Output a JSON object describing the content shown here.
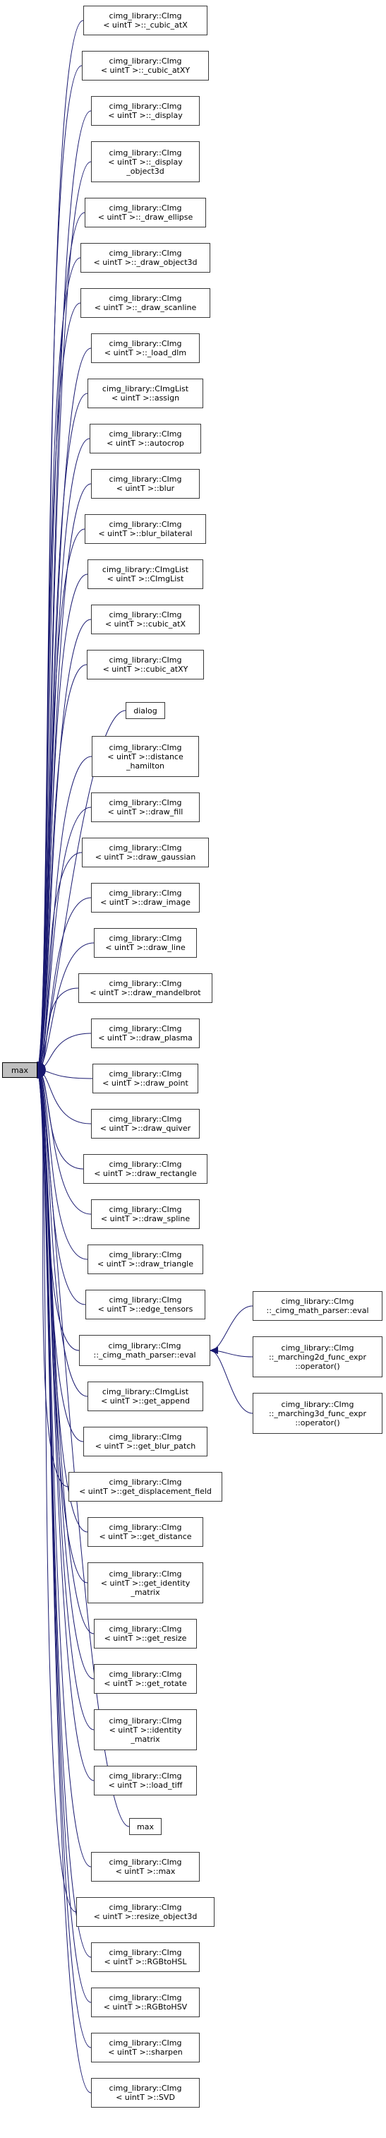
{
  "colors": {
    "edge": "#191970",
    "node_border": "#3a3a3a",
    "root_fill": "#bfbfbf",
    "node_fill": "#ffffff"
  },
  "root": {
    "label": "max"
  },
  "callers": [
    {
      "id": "n1",
      "lines": [
        "cimg_library::CImg",
        "< uintT >::_cubic_atX"
      ]
    },
    {
      "id": "n2",
      "lines": [
        "cimg_library::CImg",
        "< uintT >::_cubic_atXY"
      ]
    },
    {
      "id": "n3",
      "lines": [
        "cimg_library::CImg",
        "< uintT >::_display"
      ]
    },
    {
      "id": "n4",
      "lines": [
        "cimg_library::CImg",
        "< uintT >::_display",
        "_object3d"
      ]
    },
    {
      "id": "n5",
      "lines": [
        "cimg_library::CImg",
        "< uintT >::_draw_ellipse"
      ]
    },
    {
      "id": "n6",
      "lines": [
        "cimg_library::CImg",
        "< uintT >::_draw_object3d"
      ]
    },
    {
      "id": "n7",
      "lines": [
        "cimg_library::CImg",
        "< uintT >::_draw_scanline"
      ]
    },
    {
      "id": "n8",
      "lines": [
        "cimg_library::CImg",
        "< uintT >::_load_dlm"
      ]
    },
    {
      "id": "n9",
      "lines": [
        "cimg_library::CImgList",
        "< uintT >::assign"
      ]
    },
    {
      "id": "n10",
      "lines": [
        "cimg_library::CImg",
        "< uintT >::autocrop"
      ]
    },
    {
      "id": "n11",
      "lines": [
        "cimg_library::CImg",
        "< uintT >::blur"
      ]
    },
    {
      "id": "n12",
      "lines": [
        "cimg_library::CImg",
        "< uintT >::blur_bilateral"
      ]
    },
    {
      "id": "n13",
      "lines": [
        "cimg_library::CImgList",
        "< uintT >::CImgList"
      ]
    },
    {
      "id": "n14",
      "lines": [
        "cimg_library::CImg",
        "< uintT >::cubic_atX"
      ]
    },
    {
      "id": "n15",
      "lines": [
        "cimg_library::CImg",
        "< uintT >::cubic_atXY"
      ]
    },
    {
      "id": "n16",
      "lines": [
        "dialog"
      ]
    },
    {
      "id": "n17",
      "lines": [
        "cimg_library::CImg",
        "< uintT >::distance",
        "_hamilton"
      ]
    },
    {
      "id": "n18",
      "lines": [
        "cimg_library::CImg",
        "< uintT >::draw_fill"
      ]
    },
    {
      "id": "n19",
      "lines": [
        "cimg_library::CImg",
        "< uintT >::draw_gaussian"
      ]
    },
    {
      "id": "n20",
      "lines": [
        "cimg_library::CImg",
        "< uintT >::draw_image"
      ]
    },
    {
      "id": "n21",
      "lines": [
        "cimg_library::CImg",
        "< uintT >::draw_line"
      ]
    },
    {
      "id": "n22",
      "lines": [
        "cimg_library::CImg",
        "< uintT >::draw_mandelbrot"
      ]
    },
    {
      "id": "n23",
      "lines": [
        "cimg_library::CImg",
        "< uintT >::draw_plasma"
      ]
    },
    {
      "id": "n24",
      "lines": [
        "cimg_library::CImg",
        "< uintT >::draw_point"
      ]
    },
    {
      "id": "n25",
      "lines": [
        "cimg_library::CImg",
        "< uintT >::draw_quiver"
      ]
    },
    {
      "id": "n26",
      "lines": [
        "cimg_library::CImg",
        "< uintT >::draw_rectangle"
      ]
    },
    {
      "id": "n27",
      "lines": [
        "cimg_library::CImg",
        "< uintT >::draw_spline"
      ]
    },
    {
      "id": "n28",
      "lines": [
        "cimg_library::CImg",
        "< uintT >::draw_triangle"
      ]
    },
    {
      "id": "n29",
      "lines": [
        "cimg_library::CImg",
        "< uintT >::edge_tensors"
      ]
    },
    {
      "id": "n30",
      "lines": [
        "cimg_library::CImg",
        "::_cimg_math_parser::eval"
      ]
    },
    {
      "id": "n31",
      "lines": [
        "cimg_library::CImgList",
        "< uintT >::get_append"
      ]
    },
    {
      "id": "n32",
      "lines": [
        "cimg_library::CImg",
        "< uintT >::get_blur_patch"
      ]
    },
    {
      "id": "n33",
      "lines": [
        "cimg_library::CImg",
        "< uintT >::get_displacement_field"
      ]
    },
    {
      "id": "n34",
      "lines": [
        "cimg_library::CImg",
        "< uintT >::get_distance"
      ]
    },
    {
      "id": "n35",
      "lines": [
        "cimg_library::CImg",
        "< uintT >::get_identity",
        "_matrix"
      ]
    },
    {
      "id": "n36",
      "lines": [
        "cimg_library::CImg",
        "< uintT >::get_resize"
      ]
    },
    {
      "id": "n37",
      "lines": [
        "cimg_library::CImg",
        "< uintT >::get_rotate"
      ]
    },
    {
      "id": "n38",
      "lines": [
        "cimg_library::CImg",
        "< uintT >::identity",
        "_matrix"
      ]
    },
    {
      "id": "n39",
      "lines": [
        "cimg_library::CImg",
        "< uintT >::load_tiff"
      ]
    },
    {
      "id": "n40",
      "lines": [
        "max"
      ]
    },
    {
      "id": "n41",
      "lines": [
        "cimg_library::CImg",
        "< uintT >::max"
      ]
    },
    {
      "id": "n42",
      "lines": [
        "cimg_library::CImg",
        "< uintT >::resize_object3d"
      ]
    },
    {
      "id": "n43",
      "lines": [
        "cimg_library::CImg",
        "< uintT >::RGBtoHSL"
      ]
    },
    {
      "id": "n44",
      "lines": [
        "cimg_library::CImg",
        "< uintT >::RGBtoHSV"
      ]
    },
    {
      "id": "n45",
      "lines": [
        "cimg_library::CImg",
        "< uintT >::sharpen"
      ]
    },
    {
      "id": "n46",
      "lines": [
        "cimg_library::CImg",
        "< uintT >::SVD"
      ]
    }
  ],
  "second_level_callers": [
    {
      "id": "m1",
      "lines": [
        "cimg_library::CImg",
        "::_cimg_math_parser::eval"
      ]
    },
    {
      "id": "m2",
      "lines": [
        "cimg_library::CImg",
        "::_marching2d_func_expr",
        "::operator()"
      ]
    },
    {
      "id": "m3",
      "lines": [
        "cimg_library::CImg",
        "::_marching3d_func_expr",
        "::operator()"
      ]
    }
  ]
}
